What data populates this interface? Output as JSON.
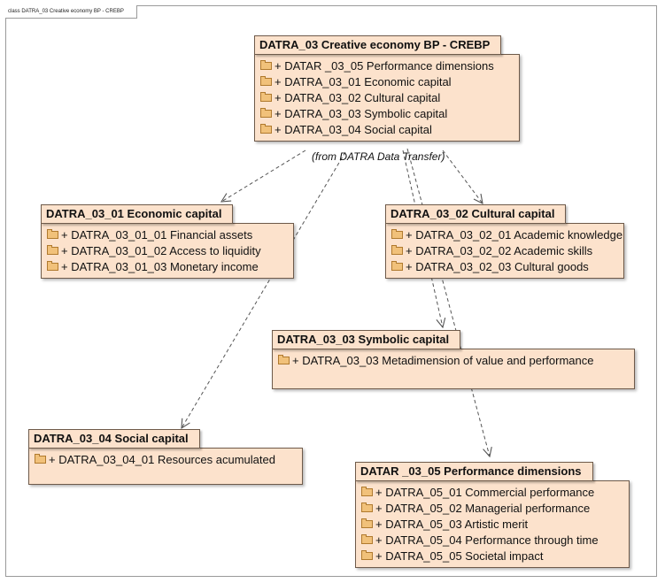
{
  "frame": {
    "title": "class DATRA_03 Creative economy BP - CREBP"
  },
  "main_package": {
    "title": "DATRA_03 Creative economy BP - CREBP",
    "items": [
      "+ DATAR _03_05 Performance dimensions",
      "+ DATRA_03_01 Economic capital",
      "+ DATRA_03_02 Cultural capital",
      "+ DATRA_03_03 Symbolic capital",
      "+ DATRA_03_04 Social capital"
    ],
    "source_note": "(from DATRA Data Transfer)"
  },
  "economic_capital": {
    "title": "DATRA_03_01 Economic capital",
    "items": [
      "+ DATRA_03_01_01 Financial assets",
      "+ DATRA_03_01_02 Access to liquidity",
      "+ DATRA_03_01_03 Monetary income"
    ]
  },
  "cultural_capital": {
    "title": "DATRA_03_02 Cultural capital",
    "items": [
      "+ DATRA_03_02_01 Academic knowledge",
      "+ DATRA_03_02_02 Academic skills",
      "+ DATRA_03_02_03 Cultural goods"
    ]
  },
  "symbolic_capital": {
    "title": "DATRA_03_03 Symbolic capital",
    "items": [
      "+ DATRA_03_03 Metadimension of value and performance"
    ]
  },
  "social_capital": {
    "title": "DATRA_03_04 Social capital",
    "items": [
      "+ DATRA_03_04_01 Resources acumulated"
    ]
  },
  "performance_dimensions": {
    "title": "DATAR _03_05 Performance dimensions",
    "items": [
      "+ DATRA_05_01 Commercial performance",
      "+ DATRA_05_02  Managerial performance",
      "+ DATRA_05_03 Artistic merit",
      "+ DATRA_05_04 Performance through time",
      "+ DATRA_05_05 Societal impact"
    ]
  },
  "colors": {
    "package_fill": "#fce2cc",
    "package_border": "#6e5a4a",
    "connector": "#555555",
    "folder_icon": "#f1c17a"
  }
}
